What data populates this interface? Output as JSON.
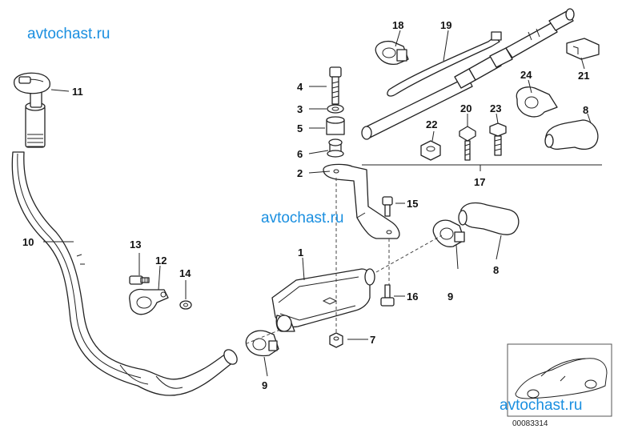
{
  "watermarks": [
    "avtochast.ru",
    "avtochast.ru",
    "avtochast.ru"
  ],
  "reference_number": "00083314",
  "callouts": {
    "c1": "1",
    "c2": "2",
    "c3": "3",
    "c4": "4",
    "c5": "5",
    "c6": "6",
    "c7": "7",
    "c8a": "8",
    "c8b": "8",
    "c9a": "9",
    "c9b": "9",
    "c10": "10",
    "c11": "11",
    "c12": "12",
    "c13": "13",
    "c14": "14",
    "c15": "15",
    "c16": "16",
    "c17": "17",
    "c18": "18",
    "c19": "19",
    "c20": "20",
    "c21": "21",
    "c22": "22",
    "c23": "23",
    "c24": "24"
  }
}
